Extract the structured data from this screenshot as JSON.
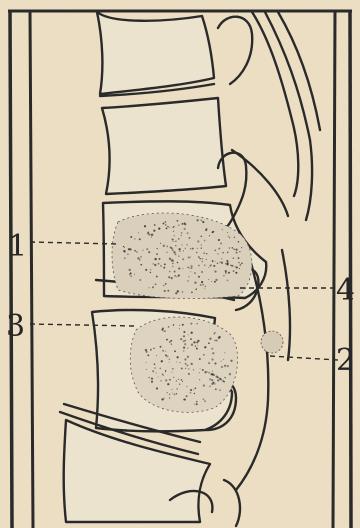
{
  "figure": {
    "palette": {
      "paper": "#efe1c6",
      "ink": "#2a2a2a",
      "vertebra_fill": "#ece3cf",
      "stipple": "#3a3a3a"
    },
    "labels": {
      "label_1": "1",
      "label_2": "2",
      "label_3": "3",
      "label_4": "4"
    }
  }
}
